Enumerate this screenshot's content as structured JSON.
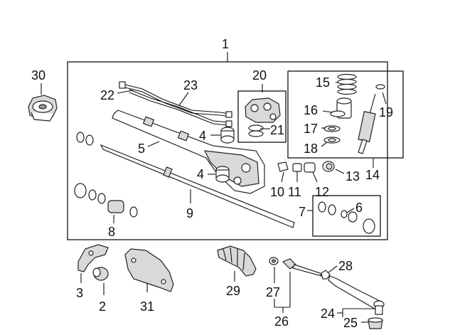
{
  "callouts": {
    "c1": "1",
    "c2": "2",
    "c3": "3",
    "c4a": "4",
    "c4b": "4",
    "c5": "5",
    "c6": "6",
    "c7": "7",
    "c8": "8",
    "c9": "9",
    "c10": "10",
    "c11": "11",
    "c12": "12",
    "c13": "13",
    "c14": "14",
    "c15": "15",
    "c16": "16",
    "c17": "17",
    "c18": "18",
    "c19": "19",
    "c20": "20",
    "c21": "21",
    "c22": "22",
    "c23": "23",
    "c24": "24",
    "c25": "25",
    "c26": "26",
    "c27": "27",
    "c28": "28",
    "c29": "29",
    "c30": "30",
    "c31": "31"
  },
  "colors": {
    "line": "#111111",
    "fill": "#ffffff",
    "shade": "#d9d9d9"
  }
}
